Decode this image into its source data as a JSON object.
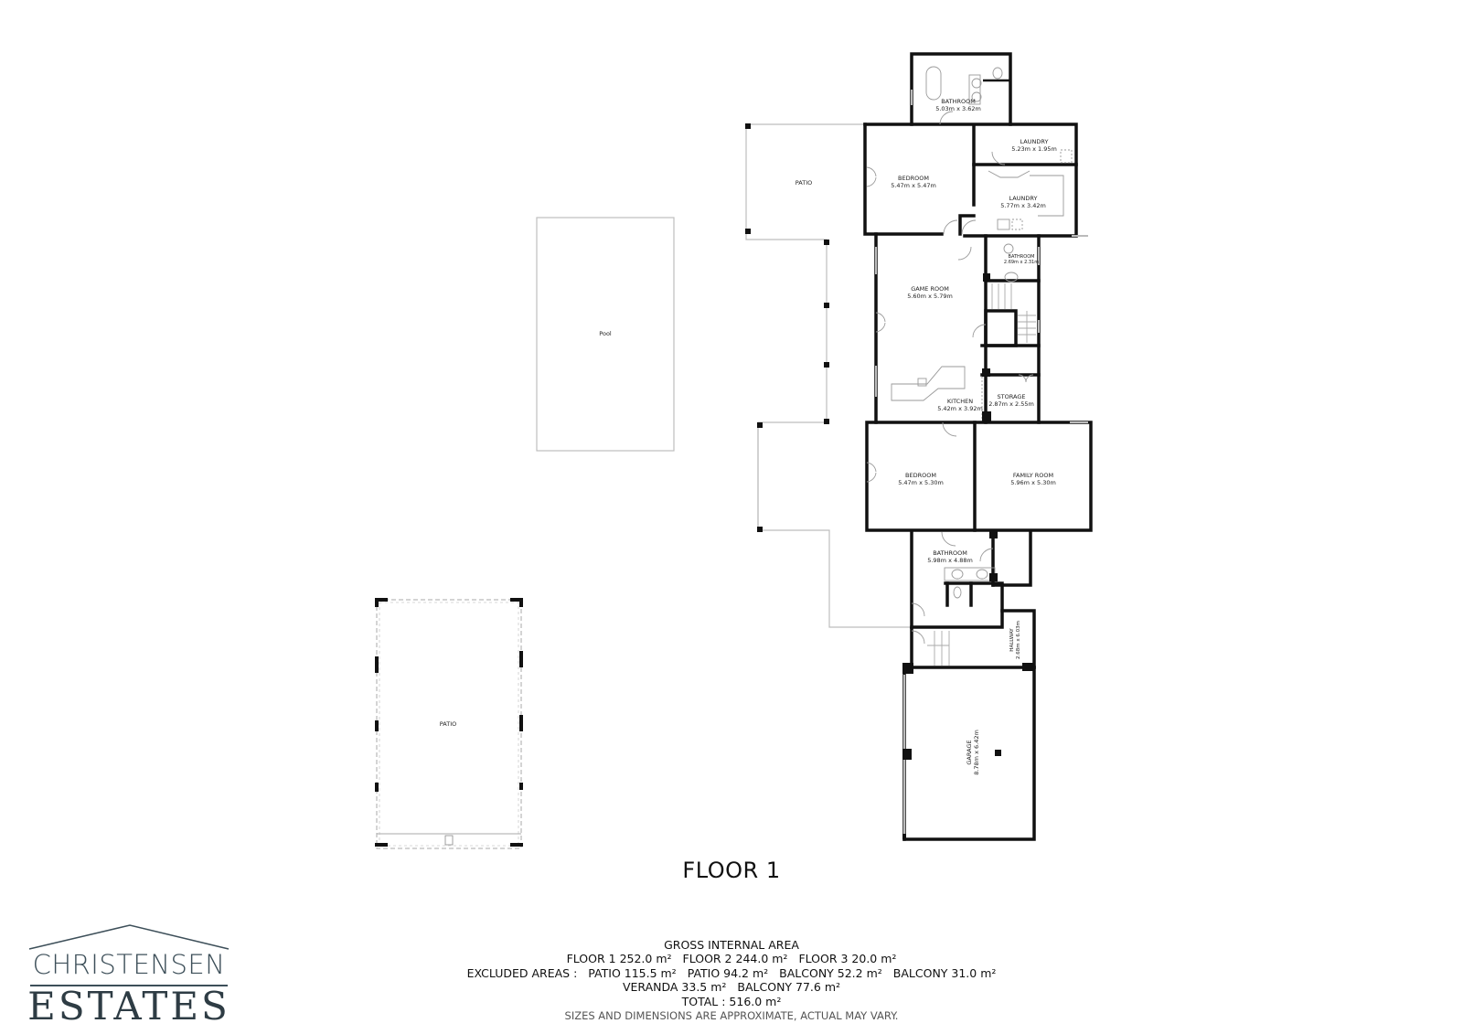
{
  "floor_title": "FLOOR 1",
  "rooms": [
    {
      "id": "bathroom-top",
      "name": "BATHROOM",
      "dims": "5.03m x 3.62m"
    },
    {
      "id": "laundry-small",
      "name": "LAUNDRY",
      "dims": "5.23m x 1.95m"
    },
    {
      "id": "laundry-large",
      "name": "LAUNDRY",
      "dims": "5.77m x 3.42m"
    },
    {
      "id": "bedroom-1",
      "name": "BEDROOM",
      "dims": "5.47m x 5.47m"
    },
    {
      "id": "bathroom-small",
      "name": "BATHROOM",
      "dims": "2.69m x 2.31m"
    },
    {
      "id": "game-room",
      "name": "GAME ROOM",
      "dims": "5.60m x 5.79m"
    },
    {
      "id": "kitchen",
      "name": "KITCHEN",
      "dims": "5.42m x 3.92m"
    },
    {
      "id": "storage",
      "name": "STORAGE",
      "dims": "2.87m x 2.55m"
    },
    {
      "id": "bedroom-2",
      "name": "BEDROOM",
      "dims": "5.47m x 5.30m"
    },
    {
      "id": "family-room",
      "name": "FAMILY ROOM",
      "dims": "5.96m x 5.30m"
    },
    {
      "id": "bathroom-main",
      "name": "BATHROOM",
      "dims": "5.98m x 4.88m"
    },
    {
      "id": "hallway",
      "name": "HALLWAY",
      "dims": "2.68m x 6.03m"
    },
    {
      "id": "garage",
      "name": "GARAGE",
      "dims": "8.78m x 6.42m"
    }
  ],
  "outdoor": {
    "patio_top": "PATIO",
    "pool": "Pool",
    "patio_detached": "PATIO"
  },
  "area_summary": {
    "heading": "GROSS INTERNAL AREA",
    "floors": [
      "FLOOR 1 252.0 m²",
      "FLOOR 2 244.0 m²",
      "FLOOR 3 20.0 m²"
    ],
    "excluded_label": "EXCLUDED AREAS :",
    "excluded": [
      "PATIO 115.5 m²",
      "PATIO 94.2 m²",
      "BALCONY 52.2 m²",
      "BALCONY 31.0 m²"
    ],
    "excluded_more": [
      "VERANDA 33.5 m²",
      "BALCONY 77.6 m²"
    ],
    "total": "TOTAL :  516.0 m²",
    "disclaimer": "SIZES AND DIMENSIONS ARE APPROXIMATE, ACTUAL MAY VARY."
  },
  "logo": {
    "line1": "CHRISTENSEN",
    "line2": "ESTATES",
    "color": "#3d4f59"
  },
  "colors": {
    "wall": "#111111",
    "thin_line": "#b8b8b8",
    "window": "#cfcfcf"
  }
}
